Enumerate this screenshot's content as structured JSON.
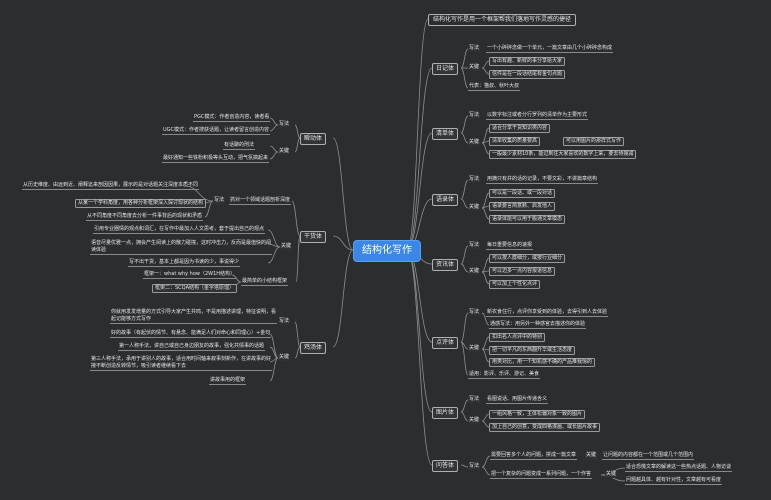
{
  "colors": {
    "background": "#2b2d2f",
    "root": "#3c87e6",
    "line": "#8d8f91",
    "text": "#e6e6e6"
  },
  "root": "结构化写作",
  "top_note": "结构化写作是用一个框架帮我们落地写作灵感的捷径",
  "nodes": {
    "diary": "日记体",
    "diary_xiefa": "写法",
    "diary_xiefa_1": "一个小碎碎念做一个单元，一篇文章由几个小碎碎念构成",
    "diary_guanjian": "关键",
    "diary_gj_1": "写出有趣、新鲜的事分享给大家",
    "diary_gj_2": "信件是在一段话结尾有金句点题",
    "diary_daibiao": "代表：猫叔、秋叶大叔",
    "list": "清单体",
    "list_xiefa": "写法",
    "list_xiefa_1": "以数字标注或者分行罗列的清单作为主要形式",
    "list_guanjian": "关键",
    "list_gj_1": "适合分享干货知识类内容",
    "list_gj_2": "清单收集的质量要高",
    "list_gj_2b": "可以用图片的那样式写作",
    "list_gj_3": "一般最少素材10条，能过到往大家喜欢的数字上来，要去待接减",
    "quote": "语录体",
    "quote_xiefa": "写法",
    "quote_xiefa_1": "用摘只有并的话的记录，不要文彩，不讲篇章结构",
    "quote_guanjian": "关键",
    "quote_gj_1": "可以是一段话、或一段对话",
    "quote_gj_2": "语录要言简意赅、启发他人",
    "quote_gj_3": "语录体能可以用于搬通文章模态",
    "news": "资讯体",
    "news_xiefa": "写法",
    "news_xiefa_1": "每日重要信息的速报",
    "news_guanjian": "关键",
    "news_gj_1": "可以按人群细分，或按行业细分",
    "news_gj_2": "可以迈多一点内容报道信息",
    "news_gj_3": "可以加上个性化点评",
    "review": "点评体",
    "review_xiefa": "写法",
    "review_xiefa_1": "新农食住行，点评你享受到的体验，去得引到人去体验",
    "review_gj_0": "通感写法：用另外一种感官去描述你的体验",
    "review_guanjian": "关键",
    "review_gj_1": "扣出名人点评中的特别",
    "review_gj_2": "把一切平凡的东西翻升华或生活态度",
    "review_gj_3": "用类对比，用一个知机感不确的产品推我惊的",
    "review_shiyong": "适用：影评、乐评、游记、美食",
    "pic": "图片体",
    "pic_xiefa": "写法",
    "pic_xiefa_1": "看图说话、用图片传递含义",
    "pic_guanjian": "关键",
    "pic_gj_1": "一组风格一致，主体松偏对象一致的图片",
    "pic_gj_2": "加上自己的创意，变成四格漫画、或长图片故事",
    "qa": "问答体",
    "qa_xiefa": "写法",
    "qa_xiefa_1": "需要回答多个人的问题，拼成一篇文章",
    "qa_xiefa_guanjian": "关键",
    "qa_xiefa_gj_1": "让问题的内容都在一个范围或几个范围内",
    "qa_xiefa_2": "把一个复杂的问题变成一系列问题，一个作答",
    "qa_x2_guanjian": "关键",
    "qa_x2_gj_1": "适合恐慌文章的解读这一些热点话题、人物访谈",
    "qa_x2_gj_2": "问题越具体、越有针对性，文章越有可看度",
    "moment": "瞬动体",
    "moment_xiefa": "写法",
    "moment_xf_1": "PGC模式：作者创造内容，读者看",
    "moment_xf_2": "UGC模式：作者搜获话题，让读者留言创造内容",
    "moment_guanjian": "关键",
    "moment_gj_1": "有话聊的刑法",
    "moment_gj_2": "最好通知一些铁粉积极等头互动，把气氛搞起来",
    "dry": "干货体",
    "dry_xiefa": "写法",
    "dry_xiefa_1": "抓对一个领域话题剖析深度",
    "dry_xf_a": "从历史维度、由远到近、阐释迄来剖因因果，展示的是对话题关注深度本质不同",
    "dry_xf_b": "从某一个学科角度，用各种分析框架深入探讨现状的结构",
    "dry_xf_c": "从不同角度不同角度去分析一件事背后的现状和矛盾",
    "dry_guanjian": "关键",
    "dry_gj_1": "引用专业圈情的观点和词汇，在写作中最加入人文思考，套于提出自己的观点",
    "dry_gj_2": "语音尽量优雅一点，拥会产生阅读上的散力碰撞，这时冲击力，反而是最值快的阅读体验",
    "dry_gj_3": "写不出干货，基本上都是因为书读的少，事说得少",
    "dry_zuijian": "最简单的小结构框架",
    "dry_zj_1": "框架一：what why how（2W1H结构）",
    "dry_zj_2": "框架二：SCQA结构（金字塔原理）",
    "story": "鸡汤体",
    "story_xiefa": "写法",
    "story_xiefa_1": "你就用发发增量的方式引导大家产生共鸣，不是用描述讲理，特征说明，看起记能够方式写作",
    "story_guanjian": "关键",
    "story_gj_1": "好的故事（有起伏的情节、有悬念、能满足人们对命心和同理心）+金句",
    "story_gj_2": "第一人称手法，讲自己或自己身边朋友的故事，强化共情事的话题",
    "story_gj_3": "第三人称手法，承用于讲别人的故事，适合用时间轴来叙事刻新作，在讲故事的好掖不断创造反转情节，吸引读者继续看下去",
    "story_gj_4": "讲故事用的框架"
  }
}
